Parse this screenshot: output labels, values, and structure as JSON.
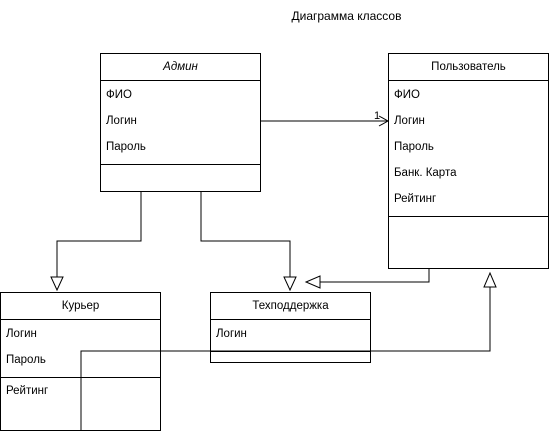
{
  "title": "Диаграмма классов",
  "classes": {
    "admin": {
      "name": "Админ",
      "attributes": [
        "ФИО",
        "Логин",
        "Пароль"
      ]
    },
    "user": {
      "name": "Пользователь",
      "attributes": [
        "ФИО",
        "Логин",
        "Пароль",
        "Банк. Карта",
        "Рейтинг"
      ]
    },
    "courier": {
      "name": "Курьер",
      "attributes": [
        "Логин",
        "Пароль"
      ],
      "attributes2": [
        "Рейтинг"
      ]
    },
    "support": {
      "name": "Техподдержка",
      "attributes": [
        "Логин"
      ]
    }
  },
  "association": {
    "multiplicity": "1"
  }
}
